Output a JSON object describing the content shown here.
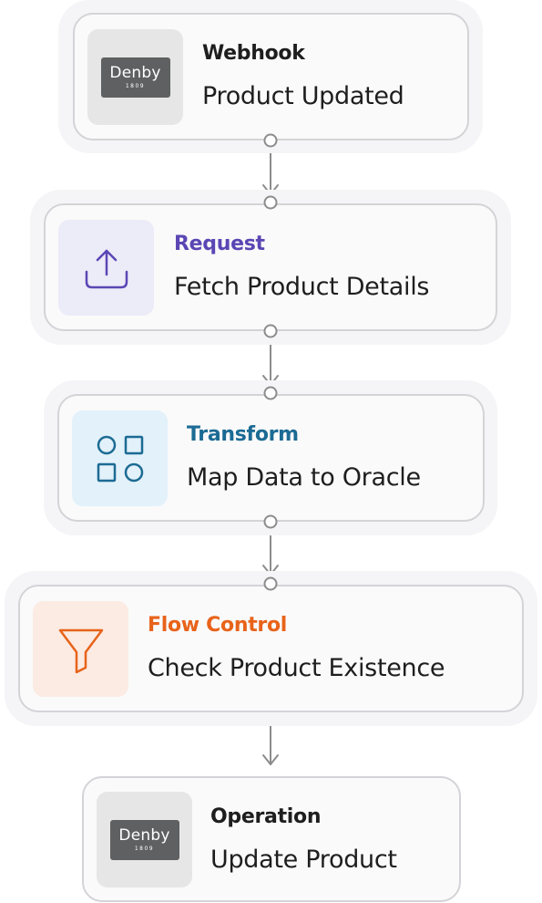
{
  "nodes": [
    {
      "category": "Webhook",
      "name": "Product Updated",
      "icon": "denby-logo",
      "accent": "#1e1e1e",
      "logo_text": "Denby",
      "logo_year": "1809"
    },
    {
      "category": "Request",
      "name": "Fetch Product Details",
      "icon": "upload-icon",
      "accent": "#5b46b4",
      "icon_bg": "#ecebf8"
    },
    {
      "category": "Transform",
      "name": "Map Data to Oracle",
      "icon": "shapes-icon",
      "accent": "#1c6b94",
      "icon_bg": "#e2f1fa"
    },
    {
      "category": "Flow Control",
      "name": "Check Product Existence",
      "icon": "funnel-icon",
      "accent": "#e8631a",
      "icon_bg": "#fbebe3"
    },
    {
      "category": "Operation",
      "name": "Update Product",
      "icon": "denby-logo",
      "accent": "#1e1e1e",
      "logo_text": "Denby",
      "logo_year": "1809"
    }
  ]
}
